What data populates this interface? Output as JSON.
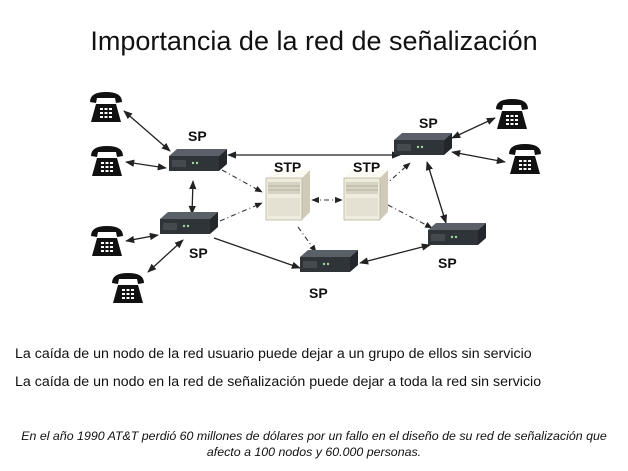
{
  "title": "Importancia de la red de señalización",
  "node_labels": {
    "sp_top_left": "SP",
    "sp_mid_left": "SP",
    "sp_bottom": "SP",
    "sp_top_right": "SP",
    "sp_mid_right": "SP",
    "stp_left": "STP",
    "stp_right": "STP"
  },
  "icons": {
    "phone": "telephone-icon",
    "switch": "network-switch-icon",
    "stp": "server-cabinet-icon"
  },
  "colors": {
    "device_dark": "#3a3f45",
    "cabinet": "#f1eee0",
    "link": "#222222"
  },
  "statements": [
    "La caída de un nodo de la red usuario puede dejar a un grupo de ellos sin servicio",
    "La caída de un nodo en la red de señalización puede dejar a toda la red sin servicio"
  ],
  "footnote": "En el año 1990 AT&T perdió 60 millones de dólares por un fallo en el diseño de su red de señalización que afecto a 100 nodos y 60.000 personas."
}
